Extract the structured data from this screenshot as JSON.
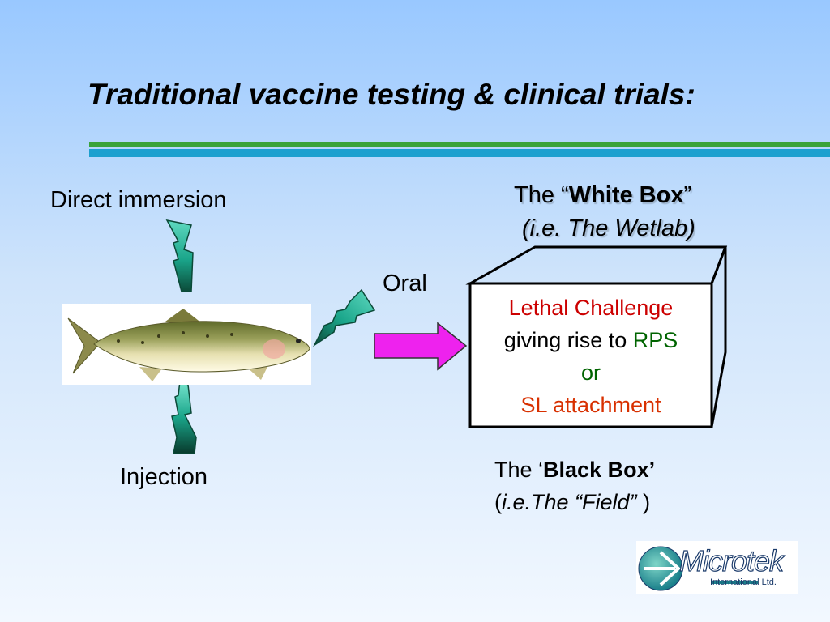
{
  "slide": {
    "title": "Traditional vaccine testing & clinical trials:"
  },
  "routes": {
    "immersion": "Direct immersion",
    "injection": "Injection",
    "oral": "Oral"
  },
  "white_box": {
    "prefix": "The “",
    "name": "White Box",
    "suffix": "”",
    "subtitle": "(i.e. The Wetlab)"
  },
  "challenge_box": {
    "line1": "Lethal Challenge",
    "line2_prefix": "giving rise to ",
    "line2_rps": "RPS",
    "line3": "or",
    "line4": "SL attachment"
  },
  "black_box": {
    "prefix": "The ‘",
    "name": "Black Box’",
    "line2_open": "(",
    "line2_italic": "i.e.The “Field”",
    "line2_close": " )"
  },
  "logo": {
    "name": "Microtek",
    "subtitle": "International Ltd."
  },
  "colors": {
    "lethal": "#cc0000",
    "rps": "#006400",
    "sl": "#d83000",
    "arrow": "#ee22ee",
    "bolt": "#1aa58a"
  }
}
